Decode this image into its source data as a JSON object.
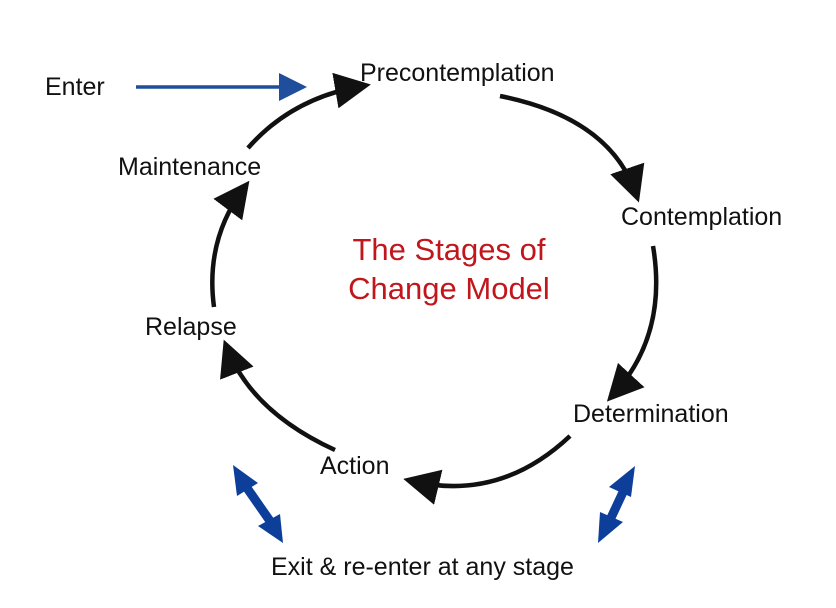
{
  "diagram": {
    "title_line1": "The Stages of",
    "title_line2": "Change Model",
    "enter_label": "Enter",
    "stages": {
      "precontemplation": "Precontemplation",
      "contemplation": "Contemplation",
      "determination": "Determination",
      "action": "Action",
      "relapse": "Relapse",
      "maintenance": "Maintenance"
    },
    "exit_label": "Exit & re-enter at any stage"
  },
  "colors": {
    "title": "#c0161c",
    "cycle_arrows": "#111111",
    "enter_arrow": "#1f4e9c",
    "exit_arrows": "#0d3f9a"
  }
}
